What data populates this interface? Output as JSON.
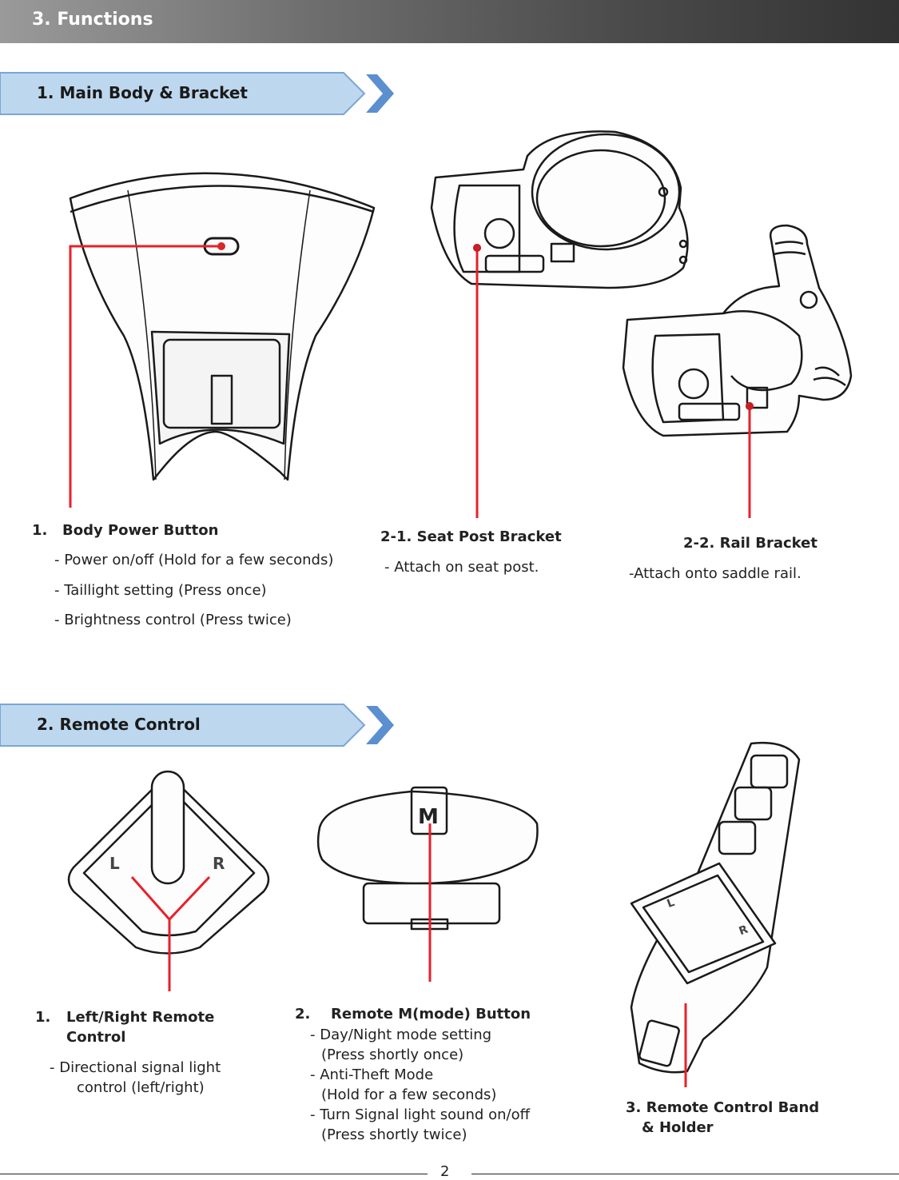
{
  "header": {
    "title": "3. Functions"
  },
  "section1": {
    "title": "1. Main Body & Bracket",
    "body_power": {
      "number": "1.",
      "title": "Body Power Button",
      "lines": [
        "- Power on/off (Hold for a few seconds)",
        "- Taillight setting (Press once)",
        "- Brightness control (Press twice)"
      ]
    },
    "seat_post": {
      "title": "2-1. Seat Post Bracket",
      "desc": "- Attach on seat post."
    },
    "rail": {
      "title": "2-2. Rail Bracket",
      "desc": "-Attach onto saddle rail."
    }
  },
  "section2": {
    "title": "2. Remote Control",
    "left_right": {
      "number": "1.",
      "title_line1": "Left/Right Remote",
      "title_line2": "Control",
      "desc_line1": "- Directional signal light",
      "desc_line2": "control (left/right)",
      "icon_left_letter": "L",
      "icon_right_letter": "R"
    },
    "mode": {
      "number": "2.",
      "title": "Remote M(mode) Button",
      "lines": [
        "- Day/Night mode setting",
        "(Press shortly once)",
        "- Anti-Theft Mode",
        "(Hold for a few seconds)",
        "- Turn Signal light sound on/off",
        "(Press shortly twice)"
      ],
      "button_letter": "M"
    },
    "band": {
      "title_line1": "3. Remote Control Band",
      "title_line2": "& Holder"
    }
  },
  "footer": {
    "page_number": "2"
  },
  "colors": {
    "callout": "#e8202a",
    "section_fill": "#bdd7ee",
    "section_border": "#7aa6d6",
    "arrow": "#5b8fd0"
  }
}
